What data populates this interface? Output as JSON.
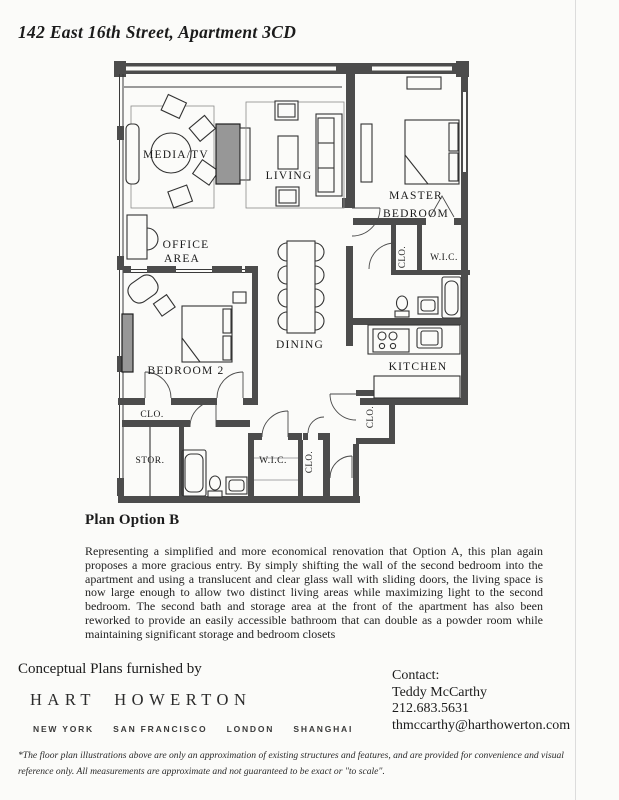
{
  "page": {
    "title": "142 East 16th Street, Apartment 3CD"
  },
  "plan": {
    "heading": "Plan Option B",
    "description": "Representing a simplified and more economical renovation that Option A, this plan again proposes a more gracious entry. By simply shifting the wall of the second bedroom into the apartment and using a translucent and clear glass wall with sliding doors, the living space is now large enough to allow two distinct living areas while maximizing light to the second bedroom. The second bath and storage area at the front of the apartment has also been reworked to provide an easily accessible bathroom that can double as a powder room while maintaining significant storage and bedroom closets"
  },
  "floorplan": {
    "labels": {
      "media_tv": "MEDIA/TV",
      "living": "LIVING",
      "master_line1": "MASTER",
      "master_line2": "BEDROOM",
      "office_line1": "OFFICE",
      "office_line2": "AREA",
      "dining": "DINING",
      "bedroom2": "BEDROOM 2",
      "kitchen": "KITCHEN",
      "wic_master": "W.I.C.",
      "clo_master": "CLO.",
      "clo_bedroom2": "CLO.",
      "stor": "STOR.",
      "wic_front": "W.I.C.",
      "clo_front": "CLO.",
      "clo_hall": "CLO."
    }
  },
  "footer": {
    "furnished_by": "Conceptual Plans furnished by",
    "firm_name": "HART HOWERTON",
    "cities": [
      "NEW YORK",
      "SAN FRANCISCO",
      "LONDON",
      "SHANGHAI"
    ],
    "contact_label": "Contact:",
    "contact_name": "Teddy McCarthy",
    "contact_phone": "212.683.5631",
    "contact_email": "thmccarthy@harthowerton.com",
    "disclaimer": "*The floor plan illustrations above are only an approximation of existing structures and features, and are provided for convenience and visual reference only. All measurements are approximate and not guaranteed to be exact or \"to scale\"."
  }
}
